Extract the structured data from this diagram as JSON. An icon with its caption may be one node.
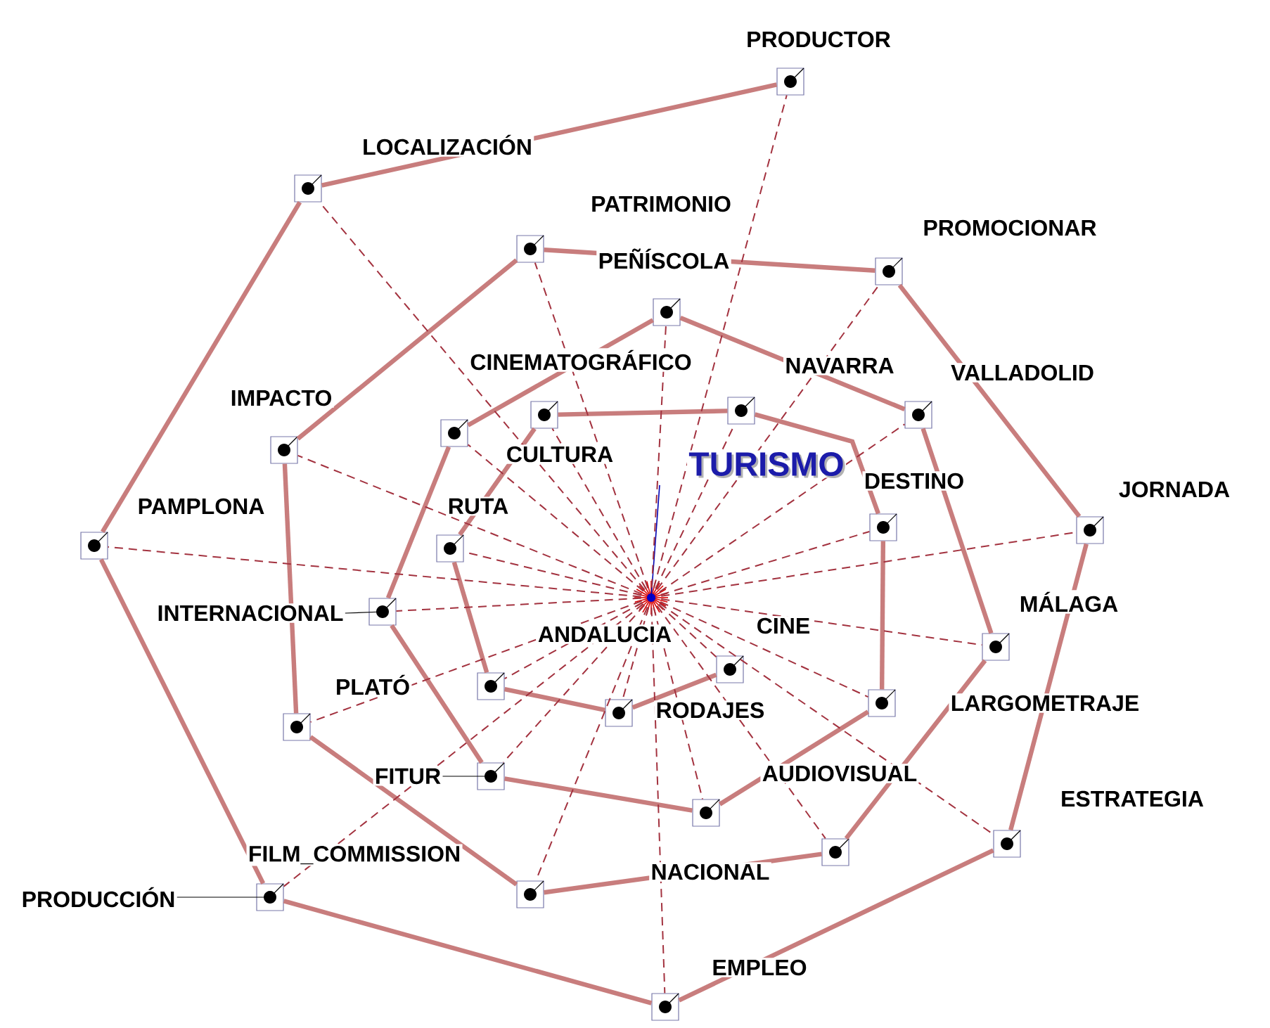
{
  "diagram": {
    "nodes": [
      {
        "text": [
          "PRODUCTOR"
        ]
      },
      {
        "text": [
          "LOCALIZACIÓN"
        ]
      },
      {
        "text": [
          "PATRIMONIO"
        ]
      },
      {
        "text": [
          "PROMOCIONAR"
        ]
      },
      {
        "text": [
          "PEÑÍSCOLA"
        ]
      },
      {
        "text": [
          "CINEMATOGRÁFICO"
        ]
      },
      {
        "text": [
          "NAVARRA"
        ]
      },
      {
        "text": [
          "VALLADOLID"
        ]
      },
      {
        "text": [
          "IMPACTO"
        ]
      },
      {
        "text": [
          "CULTURA"
        ]
      },
      {
        "text": [
          "TURISMO"
        ]
      },
      {
        "text": [
          "DESTINO"
        ]
      },
      {
        "text": [
          "JORNADA"
        ]
      },
      {
        "text": [
          "PAMPLONA"
        ]
      },
      {
        "text": [
          "RUTA"
        ]
      },
      {
        "text": [
          "INTERNACIONAL"
        ]
      },
      {
        "text": [
          "MÁLAGA"
        ]
      },
      {
        "text": [
          "CINE"
        ]
      },
      {
        "text": [
          "ANDALUCIA"
        ]
      },
      {
        "text": [
          "PLATÓ"
        ]
      },
      {
        "text": [
          "LARGOMETRAJE"
        ]
      },
      {
        "text": [
          "RODAJES"
        ]
      },
      {
        "text": [
          "FITUR"
        ]
      },
      {
        "text": [
          "AUDIOVISUAL"
        ]
      },
      {
        "text": [
          "ESTRATEGIA"
        ]
      },
      {
        "text": [
          "FILM_COMMISSION"
        ]
      },
      {
        "text": [
          "NACIONAL"
        ]
      },
      {
        "text": [
          "PRODUCCIÓN"
        ]
      },
      {
        "text": [
          "EMPLEO"
        ]
      }
    ],
    "edges": [
      {
        "from": 0,
        "to": 1,
        "arrow": "none",
        "style": "thick"
      },
      {
        "from": 1,
        "to": 13,
        "arrow": "none",
        "style": "thick"
      },
      {
        "from": 13,
        "to": 27,
        "arrow": "none",
        "style": "thick"
      },
      {
        "from": 27,
        "to": 28,
        "arrow": "none",
        "style": "thick"
      },
      {
        "from": 28,
        "to": 24,
        "arrow": "none",
        "style": "thick"
      },
      {
        "from": 24,
        "to": 12,
        "arrow": "none",
        "style": "thick"
      },
      {
        "from": 12,
        "to": 3,
        "arrow": "none",
        "style": "thick"
      },
      {
        "from": 3,
        "to": 2,
        "arrow": "none",
        "style": "thick"
      },
      {
        "from": 2,
        "to": 8,
        "arrow": "none",
        "style": "thick"
      },
      {
        "from": 8,
        "to": 19,
        "arrow": "none",
        "style": "thick"
      },
      {
        "from": 19,
        "to": 25,
        "arrow": "none",
        "style": "thick"
      },
      {
        "from": 25,
        "to": 26,
        "arrow": "none",
        "style": "thick"
      },
      {
        "from": 26,
        "to": 16,
        "arrow": "none",
        "style": "thick"
      },
      {
        "from": 16,
        "to": 7,
        "arrow": "none",
        "style": "thick"
      },
      {
        "from": 7,
        "to": 4,
        "arrow": "none",
        "style": "thick"
      },
      {
        "from": 4,
        "to": 9,
        "arrow": "none",
        "style": "thick"
      },
      {
        "from": 9,
        "to": 15,
        "arrow": "none",
        "style": "thick"
      },
      {
        "from": 15,
        "to": 22,
        "arrow": "none",
        "style": "thick"
      },
      {
        "from": 22,
        "to": 23,
        "arrow": "none",
        "style": "thick"
      },
      {
        "from": 23,
        "to": 20,
        "arrow": "none",
        "style": "thick"
      },
      {
        "from": 20,
        "to": 11,
        "arrow": "none",
        "style": "thick"
      },
      {
        "from": 11,
        "to": 6,
        "arrow": "none",
        "style": "thick"
      },
      {
        "from": 6,
        "to": 5,
        "arrow": "none",
        "style": "thick"
      },
      {
        "from": 5,
        "to": 14,
        "arrow": "none",
        "style": "thick"
      },
      {
        "from": 14,
        "to": 18,
        "arrow": "none",
        "style": "thick"
      },
      {
        "from": 18,
        "to": 21,
        "arrow": "none",
        "style": "thick"
      },
      {
        "from": 21,
        "to": 17,
        "arrow": "none",
        "style": "thick"
      },
      {
        "from": 10,
        "to": 0,
        "arrow": "none",
        "style": "dashed",
        "color": "#a3323f"
      },
      {
        "from": 10,
        "to": 1,
        "arrow": "none",
        "style": "dashed",
        "color": "#a3323f"
      },
      {
        "from": 10,
        "to": 2,
        "arrow": "none",
        "style": "dashed",
        "color": "#a3323f"
      },
      {
        "from": 10,
        "to": 3,
        "arrow": "none",
        "style": "dashed",
        "color": "#a3323f"
      },
      {
        "from": 10,
        "to": 4,
        "arrow": "none",
        "style": "dashed",
        "color": "#a3323f"
      },
      {
        "from": 10,
        "to": 5,
        "arrow": "none",
        "style": "dashed",
        "color": "#a3323f"
      },
      {
        "from": 10,
        "to": 6,
        "arrow": "none",
        "style": "dashed",
        "color": "#a3323f"
      },
      {
        "from": 10,
        "to": 7,
        "arrow": "none",
        "style": "dashed",
        "color": "#a3323f"
      },
      {
        "from": 10,
        "to": 8,
        "arrow": "none",
        "style": "dashed",
        "color": "#a3323f"
      },
      {
        "from": 10,
        "to": 9,
        "arrow": "none",
        "style": "dashed",
        "color": "#a3323f"
      },
      {
        "from": 10,
        "to": 11,
        "arrow": "none",
        "style": "dashed",
        "color": "#a3323f"
      },
      {
        "from": 10,
        "to": 12,
        "arrow": "none",
        "style": "dashed",
        "color": "#a3323f"
      },
      {
        "from": 10,
        "to": 13,
        "arrow": "none",
        "style": "dashed",
        "color": "#a3323f"
      },
      {
        "from": 10,
        "to": 14,
        "arrow": "none",
        "style": "dashed",
        "color": "#a3323f"
      },
      {
        "from": 10,
        "to": 15,
        "arrow": "none",
        "style": "dashed",
        "color": "#a3323f"
      },
      {
        "from": 10,
        "to": 16,
        "arrow": "none",
        "style": "dashed",
        "color": "#a3323f"
      },
      {
        "from": 10,
        "to": 17,
        "arrow": "none",
        "style": "dashed",
        "color": "#a3323f"
      },
      {
        "from": 10,
        "to": 18,
        "arrow": "none",
        "style": "dashed",
        "color": "#a3323f"
      },
      {
        "from": 10,
        "to": 19,
        "arrow": "none",
        "style": "dashed",
        "color": "#a3323f"
      },
      {
        "from": 10,
        "to": 20,
        "arrow": "none",
        "style": "dashed",
        "color": "#a3323f"
      },
      {
        "from": 10,
        "to": 21,
        "arrow": "none",
        "style": "dashed",
        "color": "#a3323f"
      },
      {
        "from": 10,
        "to": 22,
        "arrow": "none",
        "style": "dashed",
        "color": "#a3323f"
      },
      {
        "from": 10,
        "to": 23,
        "arrow": "none",
        "style": "dashed",
        "color": "#a3323f"
      },
      {
        "from": 10,
        "to": 24,
        "arrow": "none",
        "style": "dashed",
        "color": "#a3323f"
      },
      {
        "from": 10,
        "to": 25,
        "arrow": "none",
        "style": "dashed",
        "color": "#a3323f"
      },
      {
        "from": 10,
        "to": 26,
        "arrow": "none",
        "style": "dashed",
        "color": "#a3323f"
      },
      {
        "from": 10,
        "to": 27,
        "arrow": "none",
        "style": "dashed",
        "color": "#a3323f"
      },
      {
        "from": 10,
        "to": 28,
        "arrow": "none",
        "style": "dashed",
        "color": "#a3323f"
      }
    ]
  }
}
